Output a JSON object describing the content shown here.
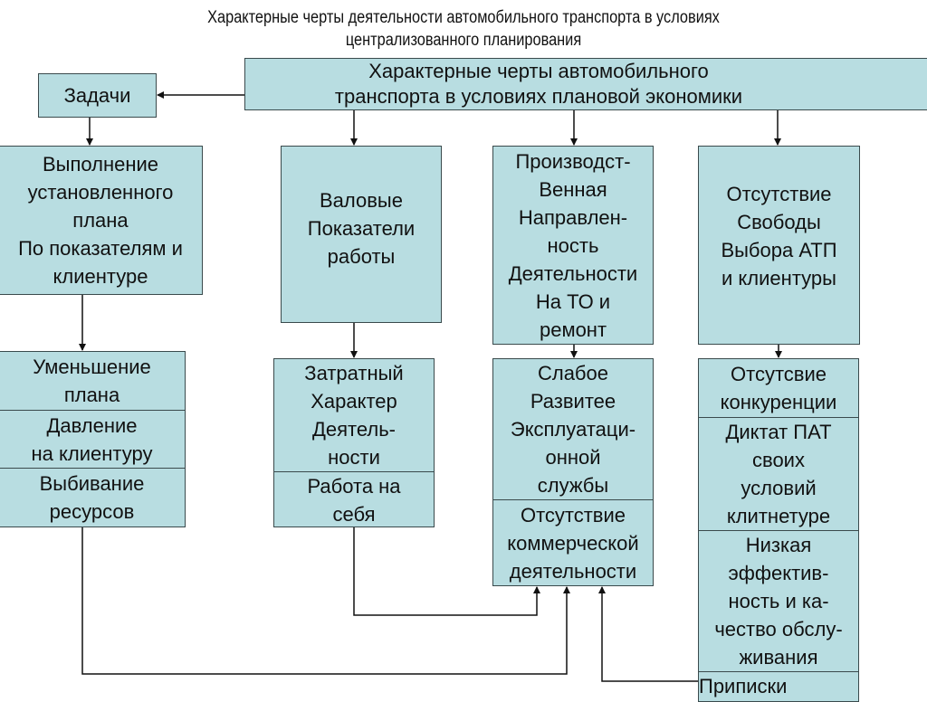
{
  "title": {
    "line1": "Характерные черты деятельности автомобильного транспорта в условиях",
    "line2": "централизованного планирования"
  },
  "banner": "Характерные черты автомобильного\nтранспорта в условиях плановой экономики",
  "tasks": "Задачи",
  "row1": [
    "Выполнение\nустановленного\nплана\nПо показателям и\nклиентуре",
    "Валовые\nПоказатели\nработы",
    "Производст-\nВенная\nНаправлен-\nность\nДеятельности\nНа ТО и\nремонт",
    "Отсутствие\nСвободы\nВыбора АТП\nи клиентуры"
  ],
  "row2": {
    "col1": [
      "Уменьшение\nплана",
      "Давление\nна клиентуру",
      "Выбивание\nресурсов"
    ],
    "col2": [
      "Затратный\nХарактер\nДеятель-\nности",
      "Работа на\nсебя"
    ],
    "col3": [
      "Слабое\nРазвитее\nЭксплуатаци-\nонной\nслужбы",
      "Отсутствие\nкоммерческой\nдеятельности"
    ],
    "col4": [
      "Отсутсвие\nконкуренции",
      "Диктат ПАТ\nсвоих\nусловий\nклитнетуре",
      "Низкая\nэффектив-\nность и ка-\nчество обслу-\nживания",
      "Приписки"
    ]
  },
  "colors": {
    "box_fill": "#b8dde1",
    "border": "#3a4a4c",
    "line": "#111111"
  }
}
